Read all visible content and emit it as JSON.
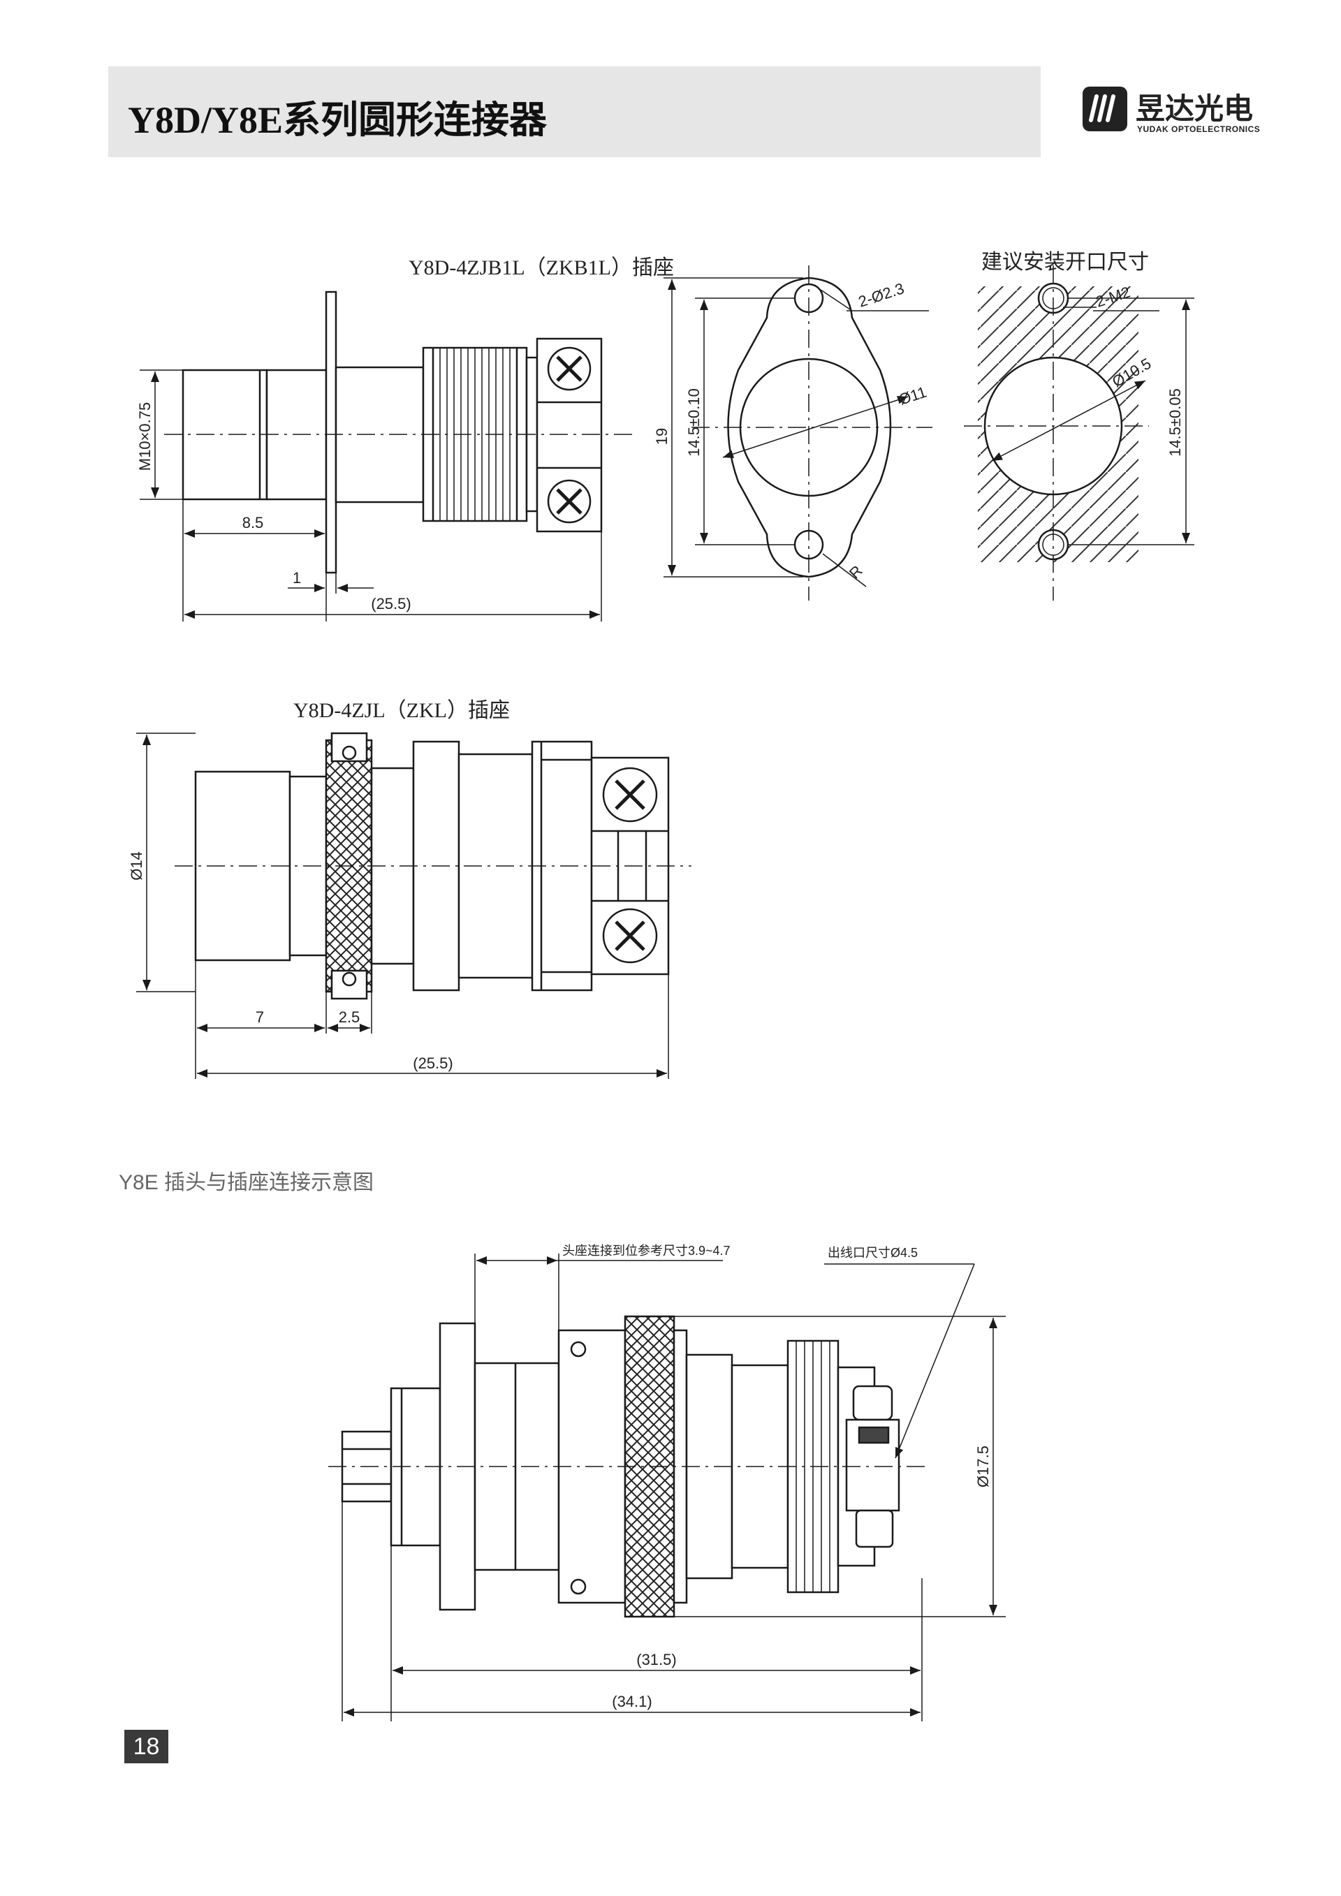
{
  "header": {
    "title": "Y8D/Y8E系列圆形连接器",
    "logo_name": "昱达光电",
    "logo_sub": "YUDAK OPTOELECTRONICS"
  },
  "figure1": {
    "caption": "Y8D-4ZJB1L（ZKB1L）插座",
    "dims": {
      "thread": "M10×0.75",
      "len_a": "8.5",
      "flange": "1",
      "total": "(25.5)",
      "height": "19",
      "hole_pitch": "14.5±0.10",
      "holes": "2-Ø2.3",
      "body_dia": "Ø11",
      "radius": "R"
    }
  },
  "cutout": {
    "caption": "建议安装开口尺寸",
    "dims": {
      "holes": "2-M2",
      "dia": "Ø10.5",
      "pitch": "14.5±0.05"
    }
  },
  "figure2": {
    "caption": "Y8D-4ZJL（ZKL）插座",
    "dims": {
      "dia": "Ø14",
      "len_a": "7",
      "len_b": "2.5",
      "total": "(25.5)"
    }
  },
  "figure3": {
    "label": "Y8E 插头与插座连接示意图",
    "dims": {
      "ref": "头座连接到位参考尺寸3.9~4.7",
      "outlet": "出线口尺寸Ø4.5",
      "dia": "Ø17.5",
      "len_a": "(31.5)",
      "len_b": "(34.1)"
    }
  },
  "footer": {
    "page_number": "18"
  }
}
